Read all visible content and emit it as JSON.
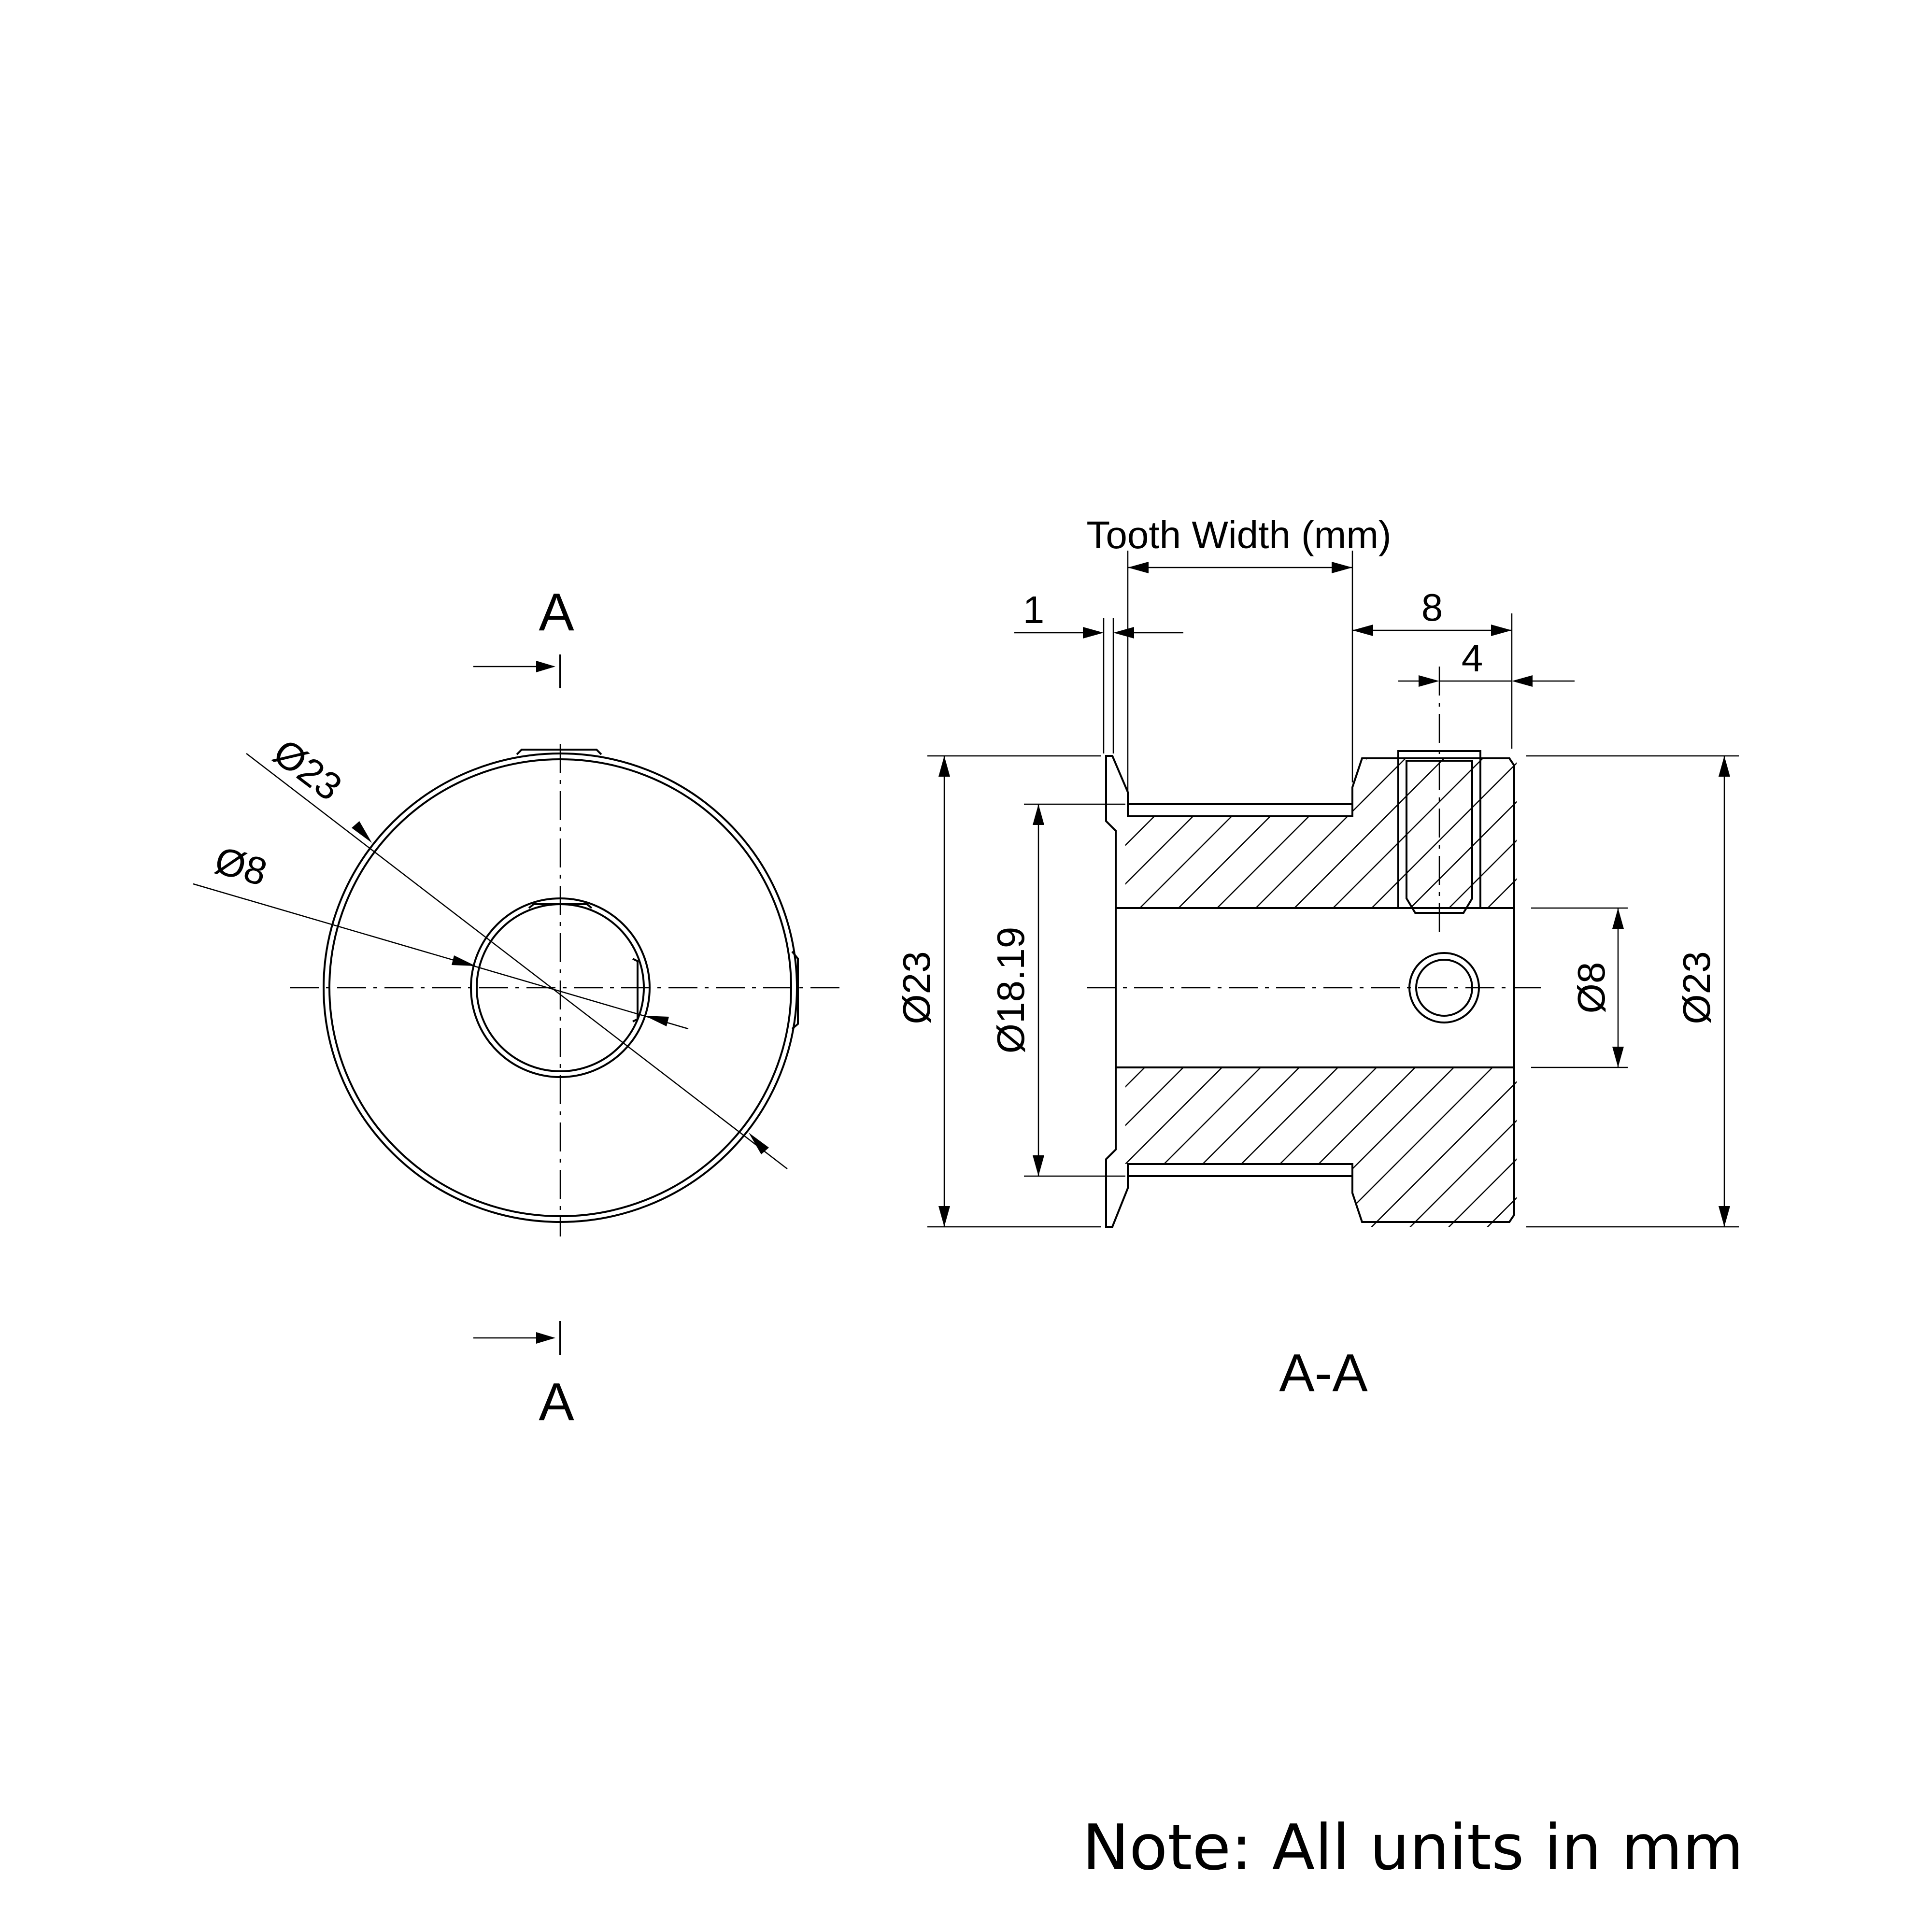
{
  "front_view": {
    "section_mark_top": "A",
    "section_mark_bottom": "A",
    "dim_outer": "Ø23",
    "dim_bore": "Ø8"
  },
  "section_view": {
    "caption": "A-A",
    "dim_tooth_width": "Tooth Width (mm)",
    "dim_flange": "1",
    "dim_hub_length": "8",
    "dim_set_screw": "4",
    "dim_outer_left": "Ø23",
    "dim_pitch": "Ø18.19",
    "dim_bore": "Ø8",
    "dim_outer_right": "Ø23"
  },
  "note": "Note: All units in mm"
}
